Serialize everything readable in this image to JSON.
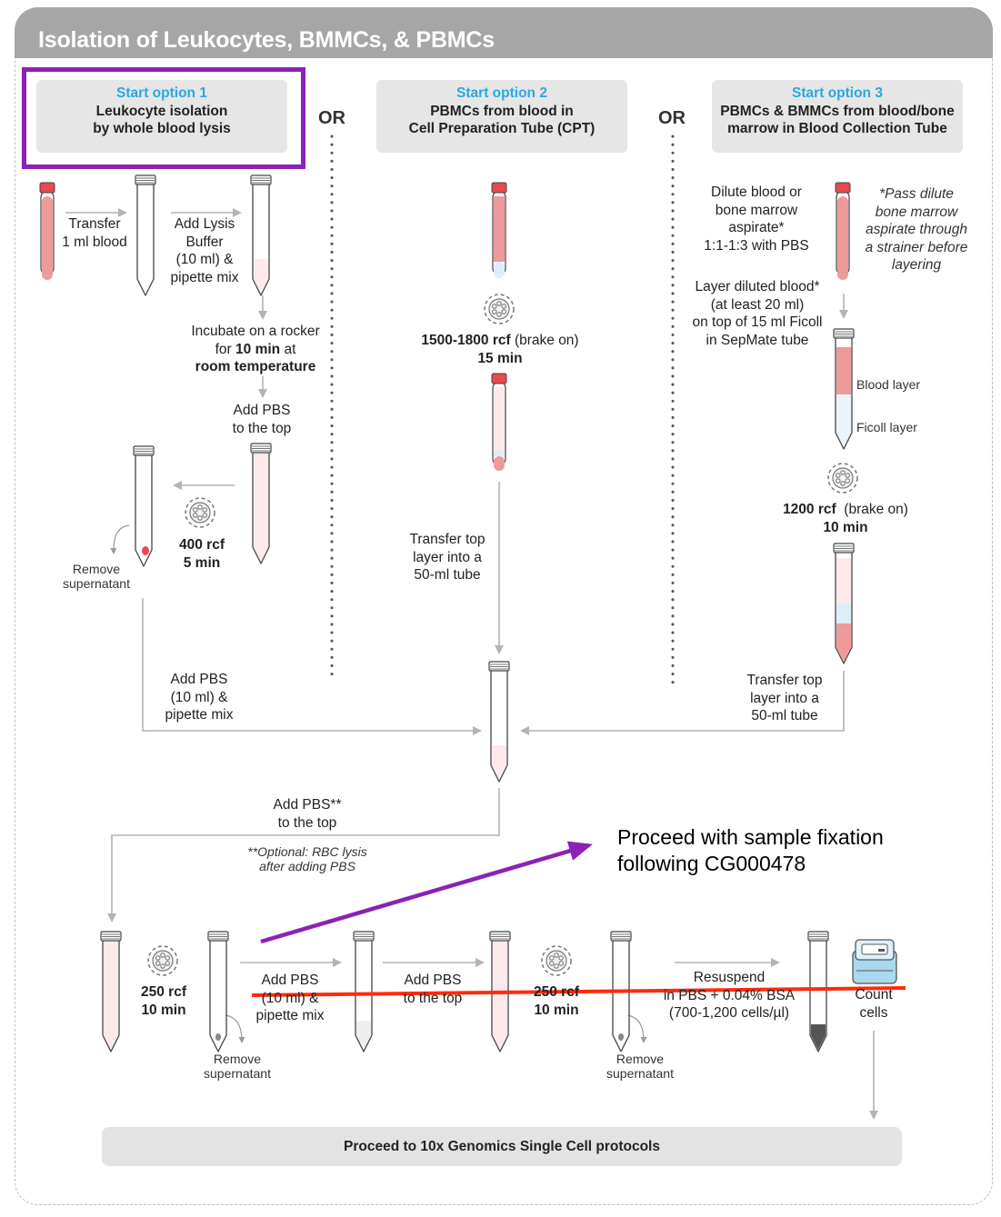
{
  "title": "Isolation of Leukocytes, BMMCs, & PBMCs",
  "or_label": "OR",
  "options": [
    {
      "label": "Start option 1",
      "lines": [
        "Leukocyte isolation",
        "by whole blood lysis"
      ]
    },
    {
      "label": "Start option 2",
      "lines": [
        "PBMCs from blood in",
        "Cell Preparation Tube (CPT)"
      ]
    },
    {
      "label": "Start option 3",
      "lines": [
        "PBMCs & BMMCs from blood/bone",
        "marrow in Blood Collection Tube"
      ]
    }
  ],
  "col1": {
    "transfer": [
      "Transfer",
      "1 ml blood"
    ],
    "add_lysis": [
      "Add Lysis",
      "Buffer",
      "(10 ml) &",
      "pipette mix"
    ],
    "incubate_1": "Incubate on a rocker",
    "incubate_2a": "for ",
    "incubate_2b": "10 min",
    "incubate_2c": " at",
    "incubate_3": "room temperature",
    "add_pbs_top": [
      "Add PBS",
      "to the top"
    ],
    "spin_rcf": "400 rcf",
    "spin_time": "5 min",
    "remove_sup": [
      "Remove",
      "supernatant"
    ],
    "add_pbs_mix": [
      "Add PBS",
      "(10 ml) &",
      "pipette mix"
    ]
  },
  "col2": {
    "spin_rcf": "1500-1800 rcf",
    "brake": " (brake on)",
    "spin_time": "15 min",
    "transfer": [
      "Transfer top",
      "layer into a",
      "50-ml tube"
    ]
  },
  "col3": {
    "dilute": [
      "Dilute blood or",
      "bone marrow",
      "aspirate*",
      "1:1-1:3 with PBS"
    ],
    "note": [
      "*Pass dilute",
      "bone marrow",
      "aspirate through",
      "a strainer before",
      "layering"
    ],
    "layer": [
      "Layer diluted blood*",
      "(at least 20 ml)",
      "on top of 15 ml Ficoll",
      "in SepMate tube"
    ],
    "blood_layer": "Blood layer",
    "ficoll_layer": "Ficoll layer",
    "spin_rcf": "1200 rcf",
    "brake": "  (brake on)",
    "spin_time": "10 min",
    "transfer": [
      "Transfer top",
      "layer into a",
      "50-ml tube"
    ]
  },
  "merge": {
    "add_pbs": [
      "Add PBS**",
      "to the top"
    ],
    "optional": [
      "**Optional: RBC lysis",
      "after adding PBS"
    ]
  },
  "bottom": {
    "spin1_rcf": "250 rcf",
    "spin1_time": "10 min",
    "remove_sup_1": [
      "Remove",
      "supernatant"
    ],
    "add_pbs_mix": [
      "Add PBS",
      "(10 ml) &",
      "pipette mix"
    ],
    "add_pbs_top": [
      "Add PBS",
      "to the top"
    ],
    "spin2_rcf": "250 rcf",
    "spin2_time": "10 min",
    "remove_sup_2": [
      "Remove",
      "supernatant"
    ],
    "resuspend": [
      "Resuspend",
      "in PBS + 0.04% BSA",
      "(700-1,200 cells/µl)"
    ],
    "count": [
      "Count",
      "cells"
    ]
  },
  "final": "Proceed to 10x Genomics Single Cell protocols",
  "annotation": [
    "Proceed with sample fixation",
    "following CG000478"
  ],
  "colors": {
    "header": "#a6a6a6",
    "option_blue": "#27aadf",
    "purple": "#8b21b6",
    "strike_red": "#ff2a0a",
    "blood_red": "#ed9a9a",
    "cap_red": "#e8484f",
    "light_pink": "#fde9e9",
    "arrow_gray": "#b4b4b4",
    "counter_blue": "#a9d8ef"
  }
}
